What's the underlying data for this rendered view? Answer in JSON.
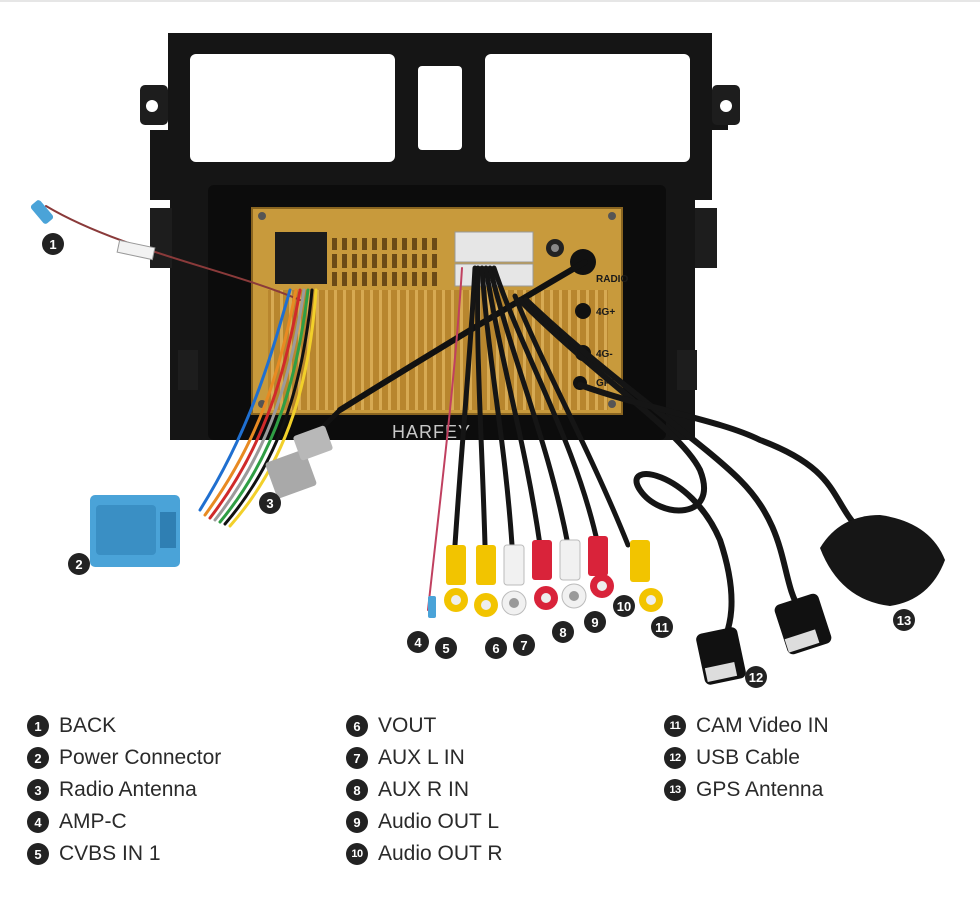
{
  "watermark": "HARFEY",
  "panel_labels": {
    "radio": "RADIO",
    "lte": "4G+",
    "lte2": "4G-",
    "gps": "GPS"
  },
  "colors": {
    "frame": "#141414",
    "heatsink": "#c89a3c",
    "connector_blue": "#4aa3d8",
    "connector_gray": "#a9a9a9",
    "rca_yellow": "#f2c400",
    "rca_red": "#d9233a",
    "rca_white": "#f1f1f1"
  },
  "callouts": [
    "1",
    "2",
    "3",
    "4",
    "5",
    "6",
    "7",
    "8",
    "9",
    "10",
    "11",
    "12",
    "13"
  ],
  "legend": {
    "col1": [
      {
        "num": "1",
        "label": "BACK"
      },
      {
        "num": "2",
        "label": "Power Connector"
      },
      {
        "num": "3",
        "label": "Radio Antenna"
      },
      {
        "num": "4",
        "label": "AMP-C"
      },
      {
        "num": "5",
        "label": "CVBS IN 1"
      }
    ],
    "col2": [
      {
        "num": "6",
        "label": "VOUT"
      },
      {
        "num": "7",
        "label": "AUX L IN"
      },
      {
        "num": "8",
        "label": "AUX R IN"
      },
      {
        "num": "9",
        "label": "Audio OUT L"
      },
      {
        "num": "10",
        "label": "Audio OUT R"
      }
    ],
    "col3": [
      {
        "num": "11",
        "label": "CAM Video IN"
      },
      {
        "num": "12",
        "label": "USB Cable"
      },
      {
        "num": "13",
        "label": "GPS Antenna"
      }
    ]
  }
}
